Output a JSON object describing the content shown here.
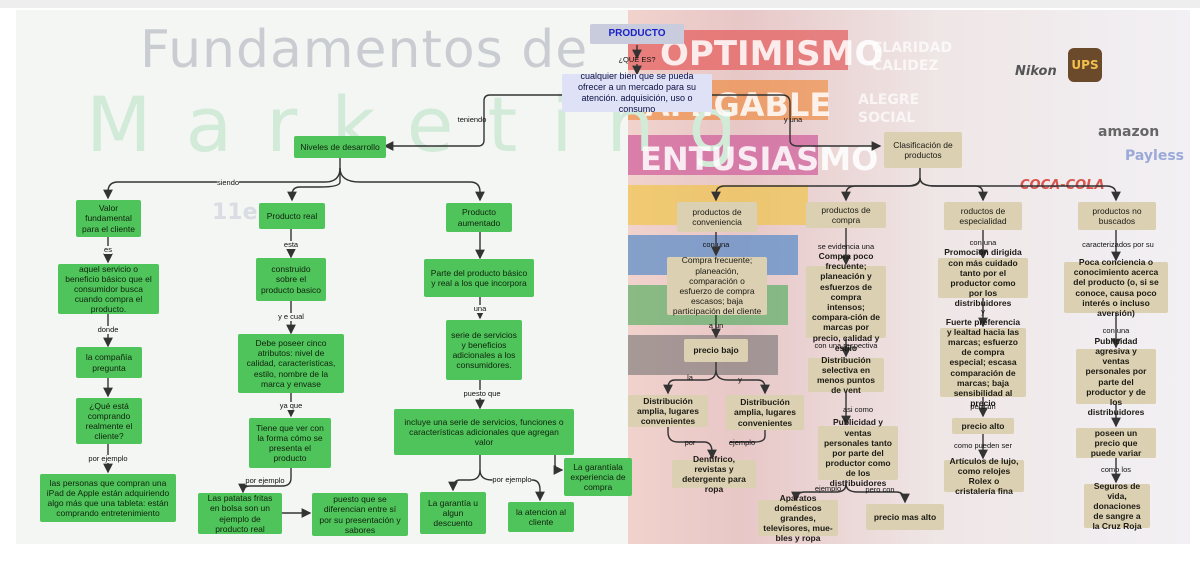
{
  "background": {
    "title_line1": "Fundamentos de",
    "title_line2": "Marketing",
    "edition": "11e",
    "words": [
      "OPTIMISMO",
      "AMIGABLE",
      "ENTUSIASMO",
      "CLARIDAD",
      "CALIDEZ",
      "ALEGRE",
      "SOCIAL"
    ],
    "brands": [
      "Nikon",
      "UPS",
      "amazon",
      "Payless",
      "COCA-COLA"
    ]
  },
  "nodes": {
    "producto": "PRODUCTO",
    "que_es": "¿QUÉ ES?",
    "definicion": "cualquier bien que se pueda ofrecer a un mercado para su atención. adquisición, uso o consumo",
    "niveles": "Niveles de desarrollo",
    "clasificacion": "Clasificación de productos",
    "valor_fundamental": "Valor fundamental para el cliente",
    "producto_real": "Producto real",
    "producto_aumentado": "Producto aumentado",
    "servicio_beneficio": "aquel servicio o beneficio básico que el consumidor busca cuando compra el producto.",
    "compania": "la compañía pregunta",
    "que_esta": "¿Qué está comprando realmente el cliente?",
    "ipad": "las personas que compran una iPad de Apple están adquiriendo algo más que una tableta: están comprando entretenimiento",
    "construido": "construido sobre el producto basico",
    "debe_poseer": "Debe poseer cinco atributos: nivel de calidad, características, estilo, nombre de la marca y envase",
    "tiene_que_ver": "Tiene que ver con la forma cómo se presenta el producto",
    "patatas": "Las patatas fritas en bolsa son un ejemplo de producto real",
    "puesto_que": "puesto que se diferencian entre sí por su presentación y sabores",
    "parte_basico": "Parte del producto básico y real a los que incorpora",
    "serie": "serie de servicios y beneficios adicionales a los consumidores.",
    "incluye": "incluye una serie de servicios, funciones o características adicionales que agregan valor",
    "garantia_algun": "La garantía u algun descuento",
    "atencion": "la atencion al cliente",
    "garantia_exp": "La garantíala experiencia de compra",
    "conveniencia": "productos de conveniencia",
    "compra": "productos de compra",
    "especialidad": "roductos de especialidad",
    "no_buscados": "productos no buscados",
    "compra_frecuente": "Compra frecuente; planeación, comparación o esfuerzo de compra escasos; baja participación del cliente",
    "precio_bajo": "precio bajo",
    "dist_amplia_1": "Distribución amplia, lugares convenientes",
    "dist_amplia_2": "Distribución amplia, lugares convenientes",
    "dentifrico": "Dentífrico, revistas y detergente para ropa",
    "compra_poco": "Compra poco frecuente; planeación y esfuerzos de compra intensos; compara-ción de marcas por precio, calidad y estilo",
    "dist_selectiva": "Distribución selectiva en menos puntos de vent",
    "publicidad_ventas": "Publicidad y ventas personales tanto por parte del productor como de los distribuidores",
    "aparatos": "Aparatos domésticos grandes, televisores, mue- bles y ropa",
    "precio_alto_1": "precio mas alto",
    "promocion": "Promoción dirigida con más cuidado tanto por el productor como por los distribuidores",
    "fuerte_pref": "Fuerte preferencia y lealtad hacia las marcas; esfuerzo de compra especial; escasa comparación de marcas; baja sensibilidad al precio",
    "precio_alto_2": "precio alto",
    "articulos_lujo": "Artículos de lujo, como relojes Rolex o cristalería fina",
    "poca_conciencia": "Poca conciencia o conocimiento acerca del producto (o, si se conoce, causa poco interés o incluso aversión)",
    "pub_agresiva": "Publicidad agresiva y ventas personales por parte del productor y de los distribuidores",
    "poseen_precio": "poseen un precio que puede variar",
    "seguros": "Seguros de vida, donaciones de sangre a la Cruz Roja"
  },
  "connectors": {
    "teniendo": "teniendo",
    "y_una": "y una",
    "siendo": "siendo",
    "es": "es",
    "donde": "donde",
    "por_ejemplo_1": "por ejemplo",
    "esta": "esta",
    "y_e_cual": "y e cual",
    "ya_que": "ya que",
    "por_ejemplo_2": "por ejemplo",
    "una": "una",
    "puesto_que": "puesto que",
    "por_ejemplo_3": "por ejemplo",
    "con_una_1": "con una",
    "a_un": "a un",
    "la": "la",
    "y": "y",
    "por": "por",
    "ejemplo_1": "ejemplo",
    "se_evidencia": "se evidencia una",
    "con_una_respectiva": "con una respectiva",
    "asi_como": "asi como",
    "ejemplo_2": "ejemplo",
    "pero_con": "pero con",
    "con_una_2": "con una",
    "y_2": "y",
    "pero_un": "pero un",
    "como_pueden_ser": "como pueden ser",
    "caracterizados": "caracterizados por su",
    "con_una_3": "con una",
    "como_los": "como los"
  },
  "colors": {
    "green": "#4fc45a",
    "tan": "#dbd0b2",
    "lavender": "#dfe1f7",
    "top_node": "#c8ccdc",
    "top_text": "#1a22c8",
    "line": "#333333"
  }
}
